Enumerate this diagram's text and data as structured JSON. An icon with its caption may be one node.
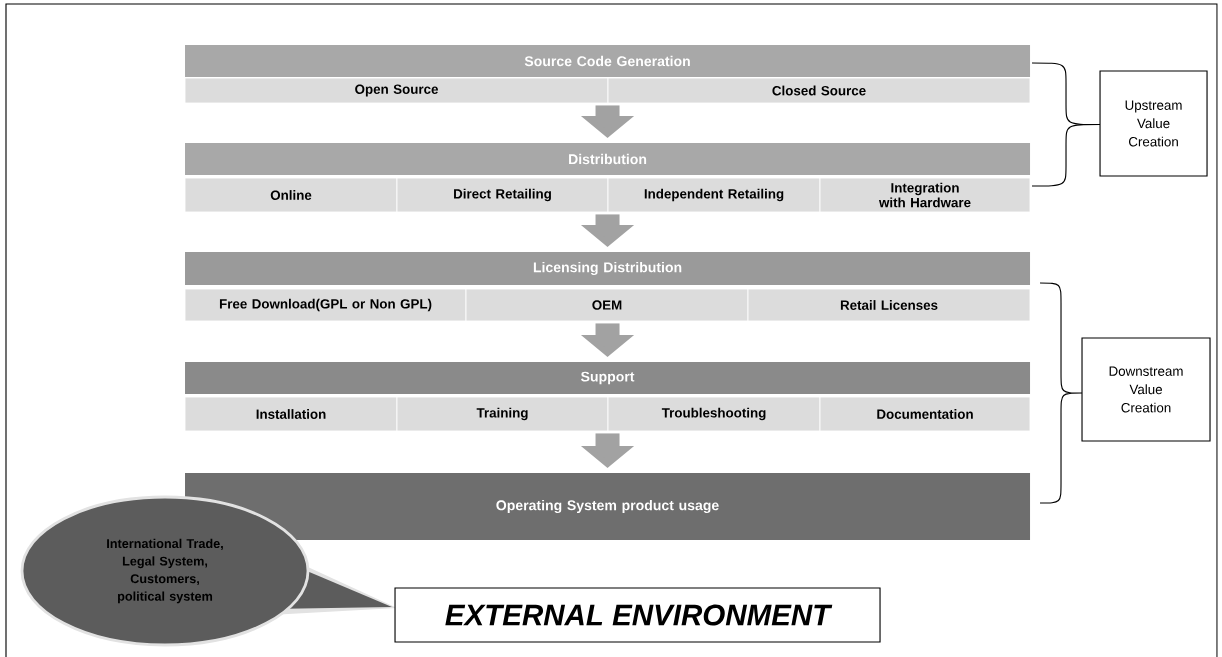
{
  "diagram": {
    "nodes": [
      {
        "text": [
          "Source Code Generation"
        ]
      },
      {
        "text": [
          "Open Source"
        ]
      },
      {
        "text": [
          "Closed Source"
        ]
      },
      {
        "text": [
          "Distribution"
        ]
      },
      {
        "text": [
          "Online"
        ]
      },
      {
        "text": [
          "Direct Retailing"
        ]
      },
      {
        "text": [
          "Independent Retailing"
        ]
      },
      {
        "text": [
          "Integration with Hardware"
        ]
      },
      {
        "text": [
          "Licensing Distribution"
        ]
      },
      {
        "text": [
          "Free Download(GPL or Non GPL)"
        ]
      },
      {
        "text": [
          "OEM"
        ]
      },
      {
        "text": [
          "Retail Licenses"
        ]
      },
      {
        "text": [
          "Support"
        ]
      },
      {
        "text": [
          "Installation"
        ]
      },
      {
        "text": [
          "Training"
        ]
      },
      {
        "text": [
          "Troubleshooting"
        ]
      },
      {
        "text": [
          "Documentation"
        ]
      },
      {
        "text": [
          "Operating System product usage"
        ]
      },
      {
        "text": [
          "Upstream Value Creation"
        ]
      },
      {
        "text": [
          "Downstream Value Creation"
        ]
      },
      {
        "text": [
          "International Trade, Legal System, Customers, political system"
        ]
      },
      {
        "text": [
          "EXTERNAL ENVIRONMENT"
        ]
      }
    ],
    "edges": [
      {
        "from": 2,
        "to": 3,
        "arrow": "to"
      },
      {
        "from": 6,
        "to": 8,
        "arrow": "to"
      },
      {
        "from": 10,
        "to": 12,
        "arrow": "to"
      },
      {
        "from": 15,
        "to": 17,
        "arrow": "to"
      }
    ]
  }
}
